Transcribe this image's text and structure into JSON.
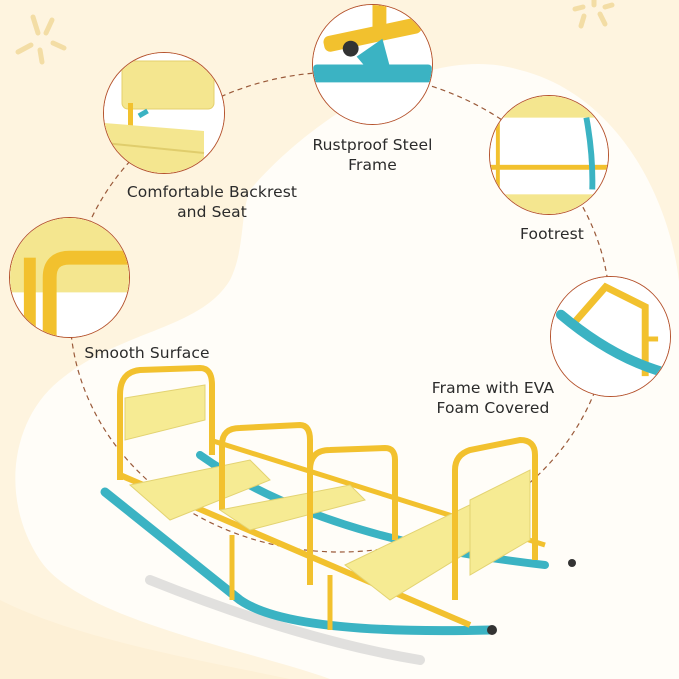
{
  "product": {
    "name": "Rocking seesaw with three seats",
    "colors": {
      "frame_yellow": "#f2c12e",
      "seat_yellow": "#f6eb93",
      "rocker_teal": "#3bb3c3",
      "callout_border": "#b5532e",
      "background_cream": "#fef4df",
      "text": "#2b2b2b"
    }
  },
  "features": [
    {
      "id": "backrest",
      "line1": "Comfortable Backrest",
      "line2": "and Seat",
      "icon": "seat-backrest-closeup"
    },
    {
      "id": "steel",
      "line1": "Rustproof Steel",
      "line2": "Frame",
      "icon": "steel-joint-closeup"
    },
    {
      "id": "footrest",
      "line1": "Footrest",
      "line2": "",
      "icon": "footrest-closeup"
    },
    {
      "id": "smooth",
      "line1": "Smooth Surface",
      "line2": "",
      "icon": "rounded-tube-closeup"
    },
    {
      "id": "eva",
      "line1": "Frame with EVA",
      "line2": "Foam Covered",
      "icon": "eva-foam-rocker-closeup"
    }
  ]
}
